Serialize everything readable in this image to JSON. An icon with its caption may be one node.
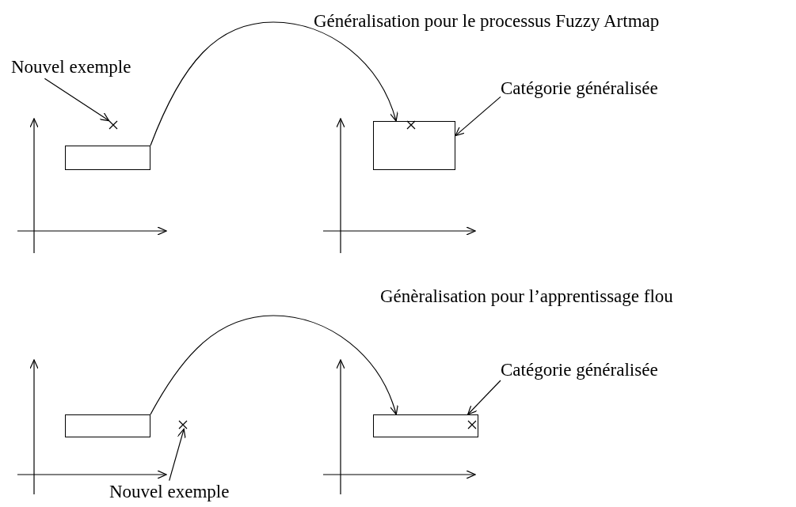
{
  "diagram": {
    "nodes": [
      {
        "text": [
          "Nouvel exemple"
        ]
      },
      {
        "text": [],
        "shape": "cross"
      },
      {
        "text": [],
        "shape": "box"
      },
      {
        "text": [],
        "shape": "box"
      },
      {
        "text": [],
        "shape": "cross",
        "in": 3
      },
      {
        "text": [
          "Catégorie généralisée"
        ]
      },
      {
        "text": [],
        "shape": "box"
      },
      {
        "text": [],
        "shape": "cross"
      },
      {
        "text": [
          "Nouvel exemple"
        ]
      },
      {
        "text": [],
        "shape": "box"
      },
      {
        "text": [],
        "shape": "cross",
        "in": 9
      },
      {
        "text": [
          "Catégorie généralisée"
        ]
      }
    ],
    "edges": [
      {
        "from": 0,
        "to": 1,
        "arrow": "to"
      },
      {
        "from": 2,
        "to": 3,
        "arrow": "to"
      },
      {
        "from": 5,
        "to": 3,
        "arrow": "to"
      },
      {
        "from": 6,
        "to": 9,
        "arrow": "to"
      },
      {
        "from": 8,
        "to": 7,
        "arrow": "to"
      },
      {
        "from": 11,
        "to": 9,
        "arrow": "to"
      }
    ],
    "labels": [
      "Généralisation pour le processus Fuzzy Artmap",
      "Génèralisation pour l’apprentissage flou"
    ]
  }
}
